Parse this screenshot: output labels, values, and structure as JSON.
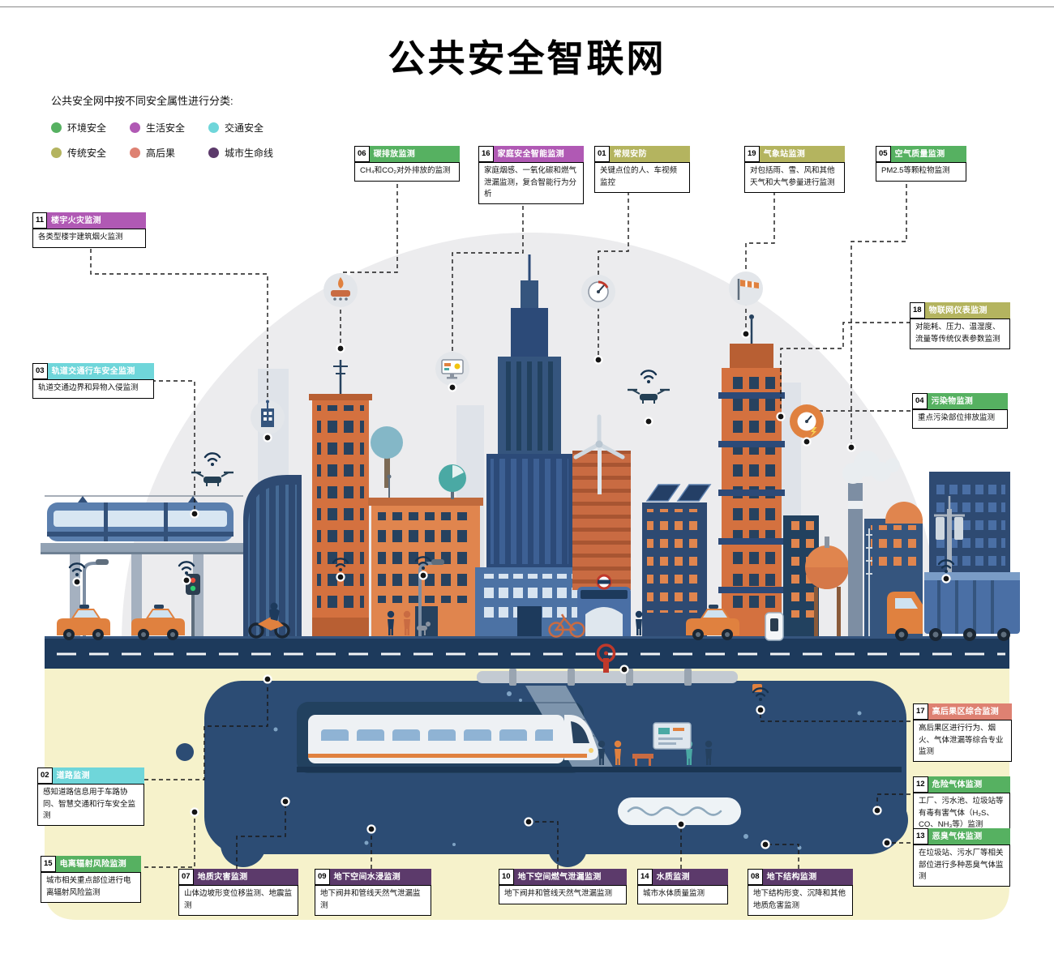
{
  "title": "公共安全智联网",
  "legend": {
    "intro": "公共安全网中按不同安全属性进行分类:",
    "items": [
      {
        "label": "环境安全",
        "color": "#56b161"
      },
      {
        "label": "生活安全",
        "color": "#b059b4"
      },
      {
        "label": "交通安全",
        "color": "#6fd6da"
      },
      {
        "label": "传统安全",
        "color": "#b4b45f"
      },
      {
        "label": "高后果",
        "color": "#de8172"
      },
      {
        "label": "城市生命线",
        "color": "#5c3a6b"
      }
    ]
  },
  "colors": {
    "环境安全": "#56b161",
    "生活安全": "#b059b4",
    "交通安全": "#6fd6da",
    "传统安全": "#b4b45f",
    "高后果": "#de8172",
    "城市生命线": "#5c3a6b"
  },
  "callouts": [
    {
      "num": "01",
      "title": "常规安防",
      "category": "传统安全",
      "desc": "关键点位的人、车视频监控"
    },
    {
      "num": "02",
      "title": "道路监测",
      "category": "交通安全",
      "desc": "感知道路信息用于车路协同、智慧交通和行车安全监测"
    },
    {
      "num": "03",
      "title": "轨道交通行车安全监测",
      "category": "交通安全",
      "desc": "轨道交通边界和异物入侵监测"
    },
    {
      "num": "04",
      "title": "污染物监测",
      "category": "环境安全",
      "desc": "重点污染部位排放监测"
    },
    {
      "num": "05",
      "title": "空气质量监测",
      "category": "环境安全",
      "desc": "PM2.5等颗粒物监测"
    },
    {
      "num": "06",
      "title": "碳排放监测",
      "category": "环境安全",
      "desc": "CH₄和CO₂对外排放的监测"
    },
    {
      "num": "07",
      "title": "地质灾害监测",
      "category": "城市生命线",
      "desc": "山体边坡形变位移监测、地震监测"
    },
    {
      "num": "08",
      "title": "地下结构监测",
      "category": "城市生命线",
      "desc": "地下结构形变、沉降和其他地质危害监测"
    },
    {
      "num": "09",
      "title": "地下空间水浸监测",
      "category": "城市生命线",
      "desc": "地下阀井和管线天然气泄漏监测"
    },
    {
      "num": "10",
      "title": "地下空间燃气泄漏监测",
      "category": "城市生命线",
      "desc": "地下阀井和管线天然气泄漏监测"
    },
    {
      "num": "11",
      "title": "楼宇火灾监测",
      "category": "生活安全",
      "desc": "各类型楼宇建筑烟火监测"
    },
    {
      "num": "12",
      "title": "危险气体监测",
      "category": "环境安全",
      "desc": "工厂、污水池、垃圾站等有毒有害气体（H₂S、CO、NH₃等）监测"
    },
    {
      "num": "13",
      "title": "恶臭气体监测",
      "category": "环境安全",
      "desc": "在垃圾站、污水厂等相关部位进行多种恶臭气体监测"
    },
    {
      "num": "14",
      "title": "水质监测",
      "category": "城市生命线",
      "desc": "城市水体质量监测"
    },
    {
      "num": "15",
      "title": "电离辐射风险监测",
      "category": "环境安全",
      "desc": "城市相关重点部位进行电离辐射风险监测"
    },
    {
      "num": "16",
      "title": "家庭安全智能监测",
      "category": "生活安全",
      "desc": "家庭烟感、一氧化碳和燃气泄漏监测，复合智能行为分析"
    },
    {
      "num": "17",
      "title": "高后果区综合监测",
      "category": "高后果",
      "desc": "高后果区进行行为、烟火、气体泄漏等综合专业监测"
    },
    {
      "num": "18",
      "title": "物联网仪表监测",
      "category": "传统安全",
      "desc": "对能耗、压力、温湿度、流量等传统仪表参数监测"
    },
    {
      "num": "19",
      "title": "气象站监测",
      "category": "传统安全",
      "desc": "对包括雨、雪、风和其他天气和大气参量进行监测"
    }
  ],
  "illustration": {
    "icons": [
      "gas-stove-icon",
      "smart-monitor-icon",
      "dial-gauge-icon",
      "windsock-icon",
      "pressure-gauge-icon",
      "building-sensor-icon",
      "drone-icon",
      "wifi-signal-icon"
    ]
  }
}
